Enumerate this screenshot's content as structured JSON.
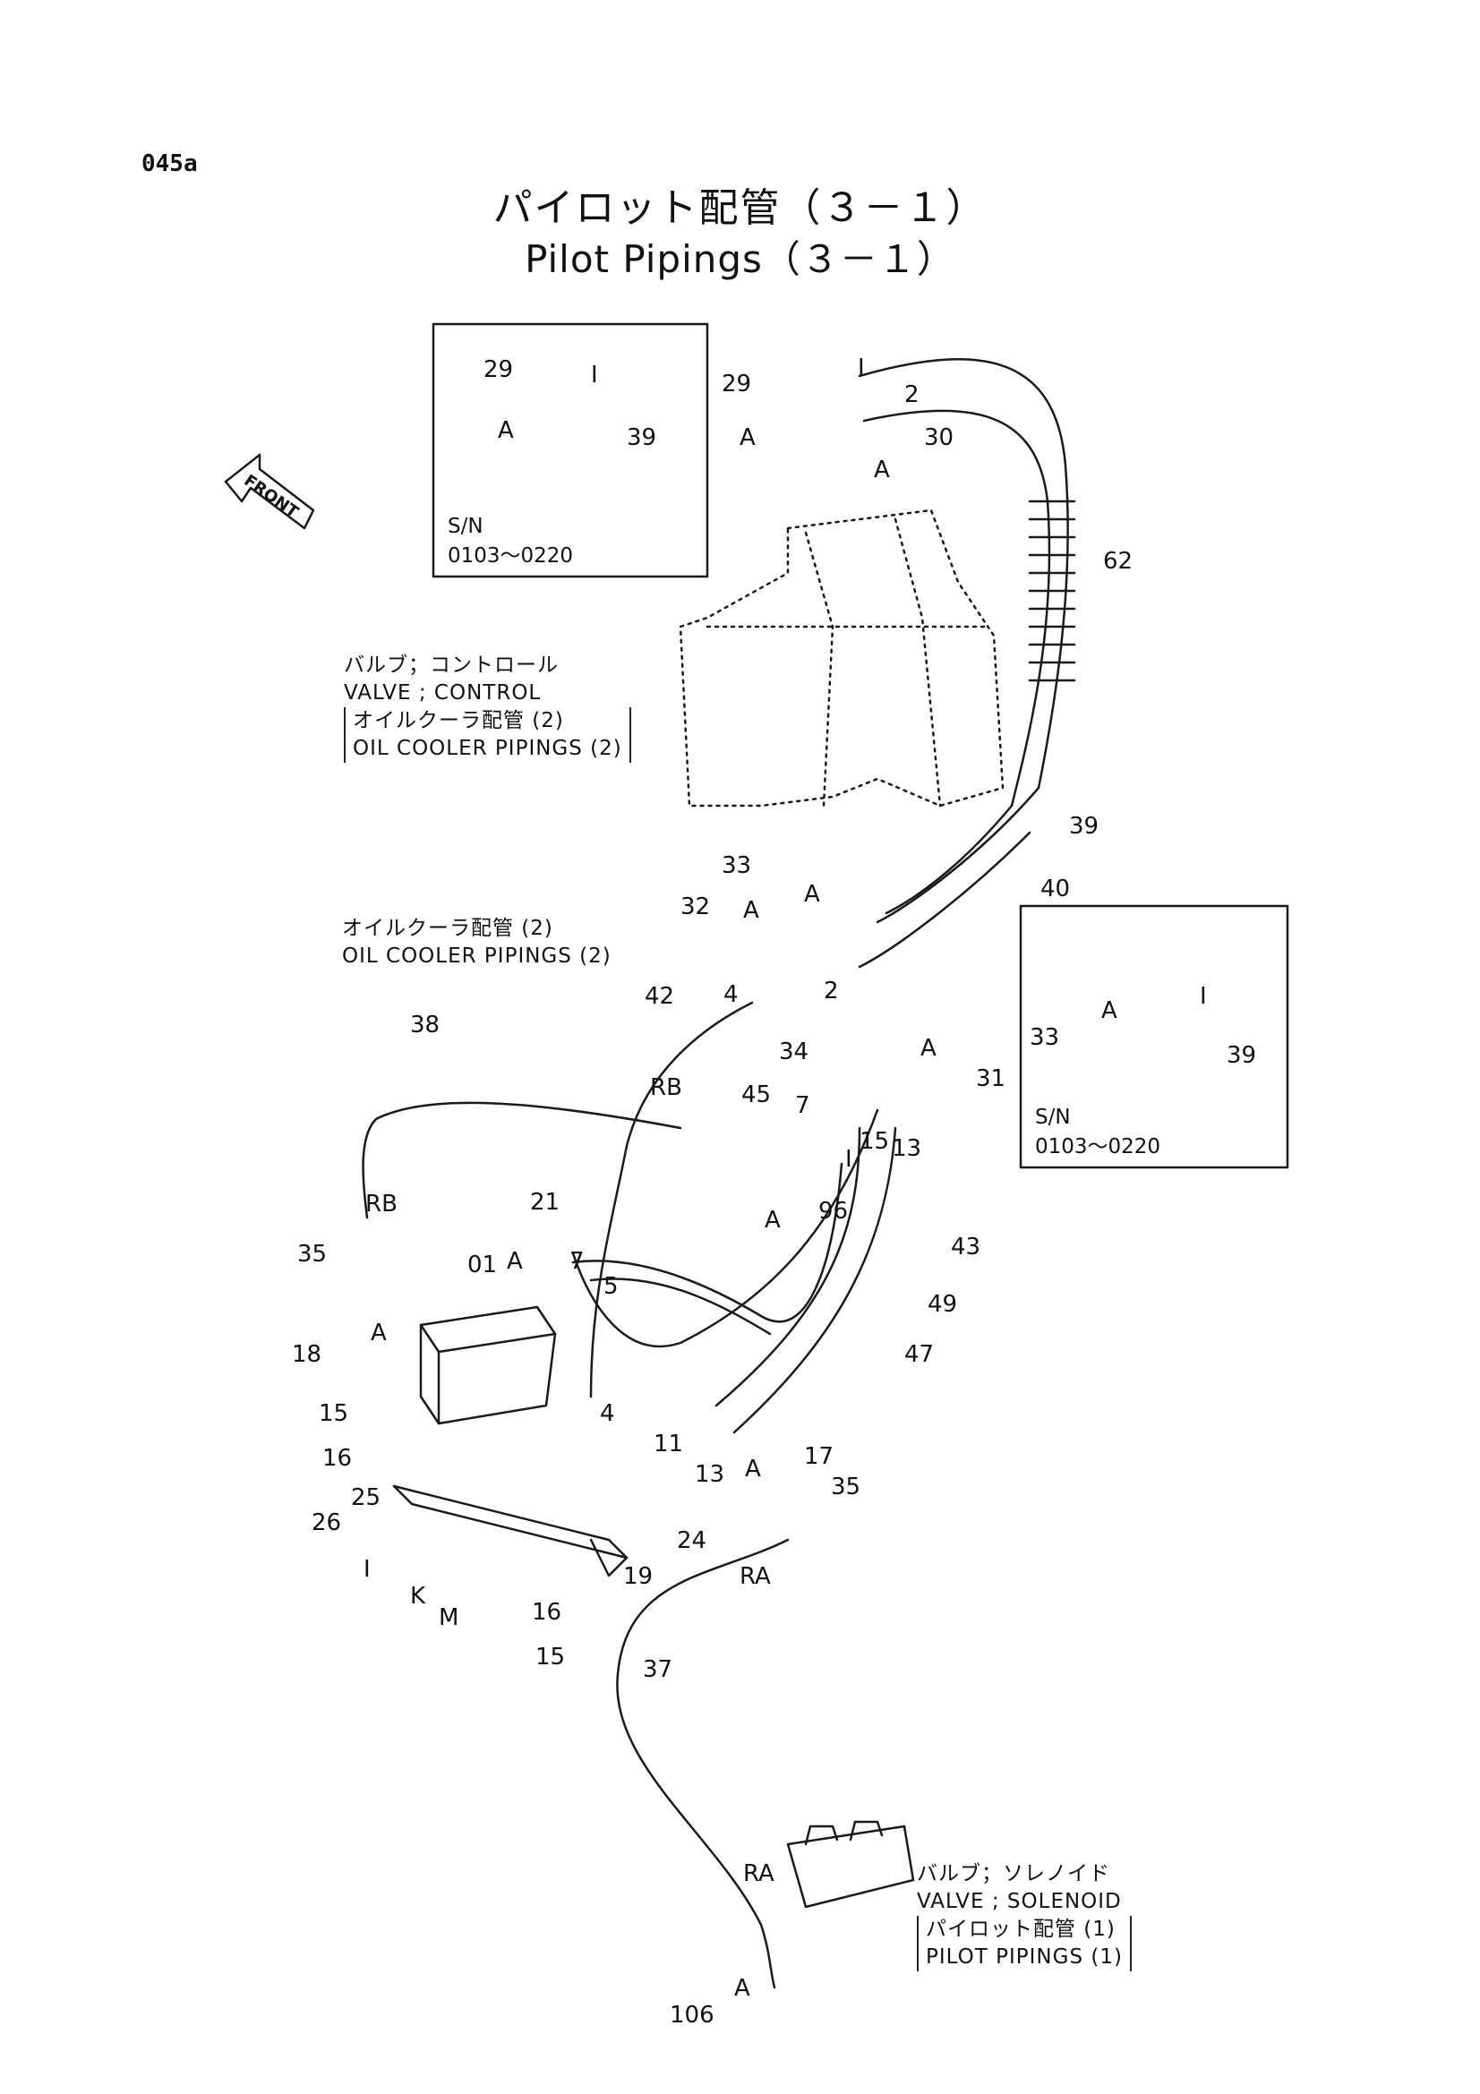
{
  "page_code": "045a",
  "title_jp": "パイロット配管（３－１）",
  "title_en": "Pilot Pipings（３－１）",
  "front_label": "FRONT",
  "inset_boxes": [
    {
      "sn_label": "S/N",
      "sn_range": "0103～0220",
      "labels": [
        "29",
        "A",
        "39",
        "I"
      ]
    },
    {
      "sn_label": "S/N",
      "sn_range": "0103～0220",
      "labels": [
        "33",
        "A",
        "39",
        "I"
      ]
    }
  ],
  "notes": {
    "control_valve_jp": "バルブ；コントロール",
    "control_valve_en": "VALVE ; CONTROL",
    "oil_cooler_ref_jp": "オイルクーラ配管 (2)",
    "oil_cooler_ref_en": "OIL COOLER PIPINGS (2)",
    "oil_cooler_jp": "オイルクーラ配管 (2)",
    "oil_cooler_en": "OIL COOLER PIPINGS (2)",
    "solenoid_valve_jp": "バルブ；ソレノイド",
    "solenoid_valve_en": "VALVE ; SOLENOID",
    "pilot_ref_jp": "パイロット配管 (1)",
    "pilot_ref_en": "PILOT PIPINGS (1)"
  },
  "callouts": {
    "c29": "29",
    "cA1": "A",
    "c2a": "2",
    "c1a": "I",
    "c30": "30",
    "cA2": "A",
    "c62": "62",
    "c39": "39",
    "c40": "40",
    "c33": "33",
    "cA3": "A",
    "c32": "32",
    "cA4": "A",
    "c42": "42",
    "c4a": "4",
    "c2b": "2",
    "c34": "34",
    "cA5": "A",
    "c31": "31",
    "c45": "45",
    "c7a": "7",
    "c15a": "15",
    "c1b": "I",
    "c13a": "13",
    "c38": "38",
    "cRB1": "RB",
    "cRB2": "RB",
    "c96": "96",
    "cA6": "A",
    "c21": "21",
    "cA7": "A",
    "c01": "01",
    "c7b": "7",
    "c5": "5",
    "c35a": "35",
    "c18": "18",
    "cA8": "A",
    "c43": "43",
    "c49": "49",
    "c47": "47",
    "c4b": "4",
    "c11": "11",
    "c13b": "13",
    "cA9": "A",
    "c17": "17",
    "c35b": "35",
    "c15b": "15",
    "c16a": "16",
    "c25": "25",
    "c26": "26",
    "cI": "I",
    "cK": "K",
    "cM": "M",
    "c24": "24",
    "c19": "19",
    "cRA1": "RA",
    "c37": "37",
    "c16b": "16",
    "c15c": "15",
    "cRA2": "RA",
    "cA10": "A",
    "c106": "106"
  }
}
